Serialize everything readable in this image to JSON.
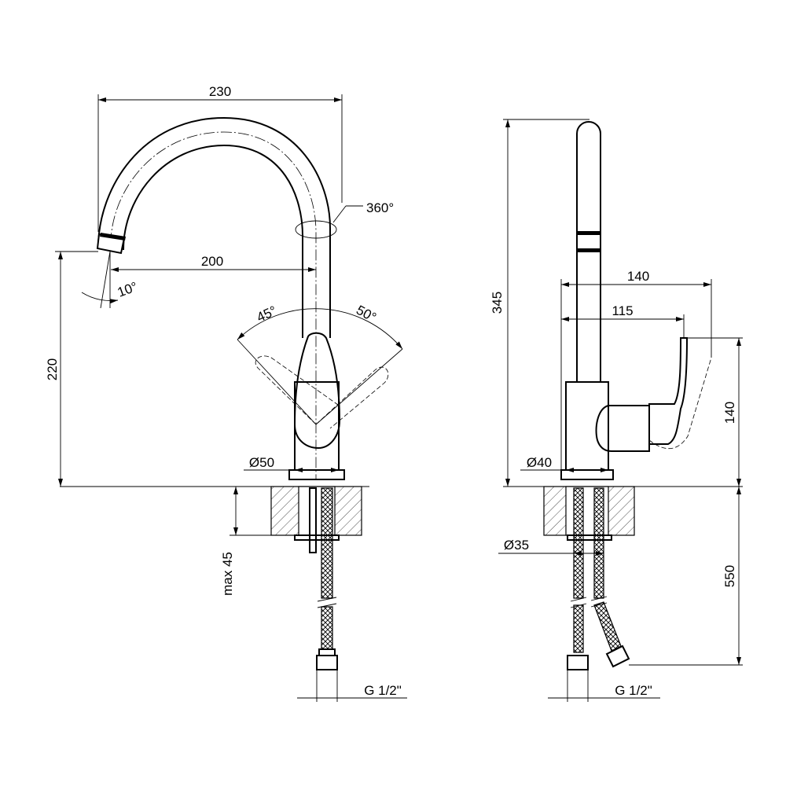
{
  "front_view": {
    "width_total": "230",
    "spout_reach": "200",
    "rotation": "360°",
    "spout_tilt": "10°",
    "handle_left": "45°",
    "handle_right": "50°",
    "height": "220",
    "body_diameter": "Ø50",
    "max_thickness": "max 45",
    "thread": "G 1/2\""
  },
  "side_view": {
    "height": "345",
    "depth_outer": "140",
    "depth_inner": "115",
    "handle_height": "140",
    "body_diameter": "Ø40",
    "hole_diameter": "Ø35",
    "hose_length": "550",
    "thread": "G 1/2\""
  }
}
